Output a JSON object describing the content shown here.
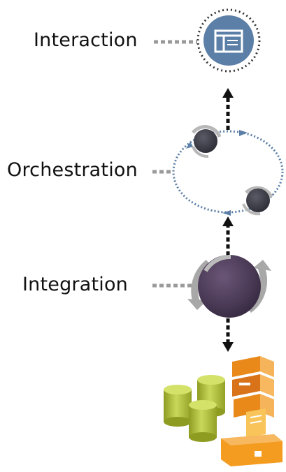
{
  "layers": [
    {
      "id": "interaction",
      "label": "Interaction",
      "icon": "window-icon"
    },
    {
      "id": "orchestration",
      "label": "Orchestration",
      "icon": "cycle-icon"
    },
    {
      "id": "integration",
      "label": "Integration",
      "icon": "sphere-arrows-icon"
    },
    {
      "id": "systems",
      "label": "",
      "icon": "servers-databases-icon"
    }
  ],
  "colors": {
    "interaction_circle": "#5b7fa6",
    "orchestration_ring": "#5b7fa6",
    "orchestration_node": "#3a3b47",
    "integration_sphere": "#4a3a56",
    "connector_gray": "#9a9a9a",
    "arrow_black": "#111111",
    "database_green": "#b5c53a",
    "server_orange": "#f39c1f"
  }
}
